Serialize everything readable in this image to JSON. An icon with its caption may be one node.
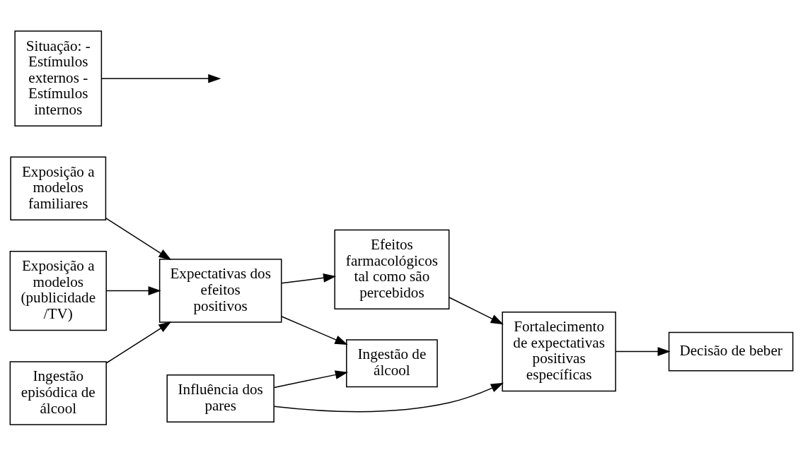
{
  "diagram": {
    "nodes": [
      {
        "text": [
          "Exposição a modelos familiares"
        ]
      },
      {
        "text": [
          "Exposição a modelos (publicidade /TV)"
        ]
      },
      {
        "text": [
          "Ingestão episódica de álcool"
        ]
      },
      {
        "text": [
          "Expectativas dos efeitos positivos"
        ]
      },
      {
        "text": [
          "Influência dos pares"
        ]
      },
      {
        "text": [
          "Ingestão de álcool"
        ]
      },
      {
        "text": [
          "Efeitos farmacológicos tal como são percebidos"
        ]
      },
      {
        "text": [
          "Fortalecimento de expectativas positivas específicas"
        ]
      },
      {
        "text": [
          "Situação: - Estímulos externos - Estímulos internos"
        ]
      },
      {
        "text": [
          "Decisão de beber"
        ]
      }
    ],
    "edges": [
      {
        "from": 0,
        "to": 3,
        "arrow": "to"
      },
      {
        "from": 1,
        "to": 3,
        "arrow": "to"
      },
      {
        "from": 2,
        "to": 3,
        "arrow": "to"
      },
      {
        "from": 4,
        "to": 5,
        "arrow": "to"
      },
      {
        "from": 4,
        "to": 7,
        "arrow": "to"
      },
      {
        "from": 3,
        "to": 5,
        "arrow": "to"
      },
      {
        "from": 3,
        "to": 6,
        "arrow": "to"
      },
      {
        "from": 6,
        "to": 7,
        "arrow": "to"
      },
      {
        "from": 7,
        "to": 9,
        "arrow": "to"
      },
      {
        "from": 8,
        "to": null,
        "arrow": "to"
      }
    ]
  }
}
